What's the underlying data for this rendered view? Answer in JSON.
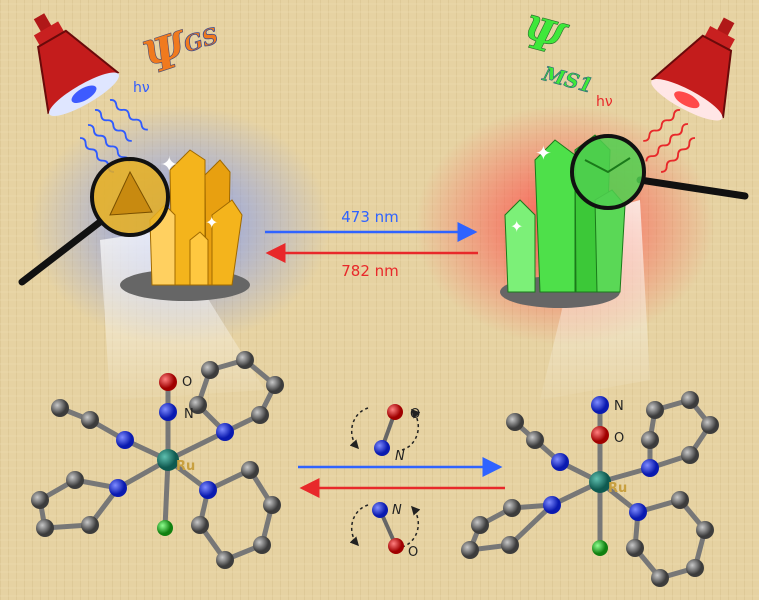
{
  "ground_state": {
    "symbol": "Ψ",
    "subscript": "GS",
    "color": "#f07a1e"
  },
  "metastable_state": {
    "symbol": "Ψ",
    "subscript": "MS1",
    "color": "#3ee83a"
  },
  "photon_left": "hν",
  "photon_right": "hν",
  "arrows_top": {
    "forward_label": "473 nm",
    "backward_label": "782 nm",
    "forward_color": "#2f63ff",
    "backward_color": "#e8282a"
  },
  "molecule_left": {
    "top_atom": "O",
    "lower_atom": "N",
    "metal": "Ru"
  },
  "molecule_right": {
    "top_atom": "N",
    "lower_atom": "O",
    "metal": "Ru"
  },
  "rotation_top": {
    "upper_atom": "O",
    "lower_atom": "N"
  },
  "rotation_bottom": {
    "upper_atom": "N",
    "lower_atom": "O"
  }
}
